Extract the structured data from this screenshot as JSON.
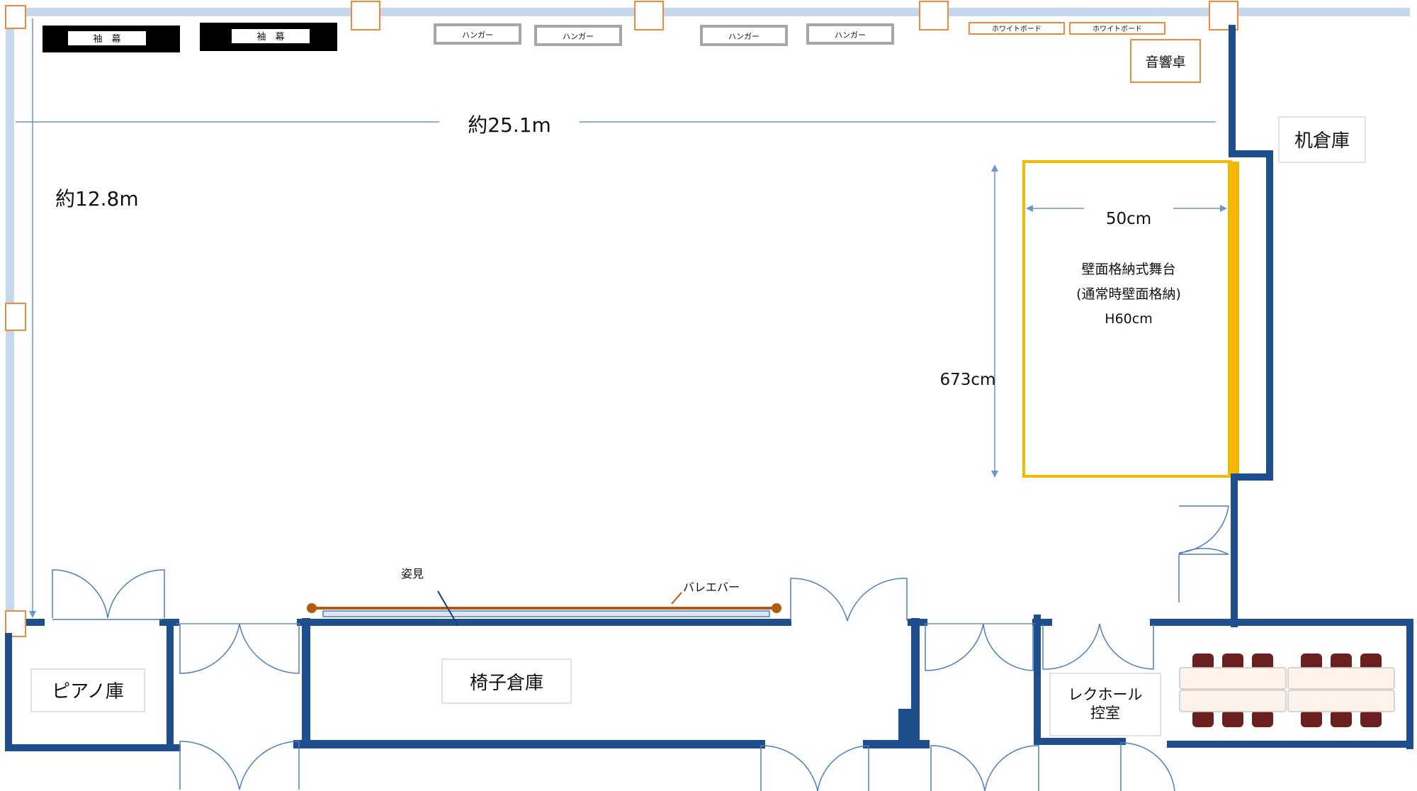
{
  "colors": {
    "wall": "#1f4e8c",
    "window": "#c5d8ee",
    "column": "#f08a3c",
    "stage": "#f5b800",
    "barre": "#b35a12",
    "hanger": "#a6a6a6",
    "chair": "#6b1f1f",
    "table": "#fdf3ea",
    "door": "#4f7fb8",
    "dim": "#6b96c8"
  },
  "dimensions": {
    "width": "約25.1m",
    "height": "約12.8m",
    "stage_depth": "50cm",
    "stage_length": "673cm"
  },
  "stage": {
    "line1": "壁面格納式舞台",
    "line2": "(通常時壁面格納)",
    "line3": "H60cm"
  },
  "top_items": {
    "curtain_1": "袖　幕",
    "curtain_2": "袖　幕",
    "hanger_1": "ハンガー",
    "hanger_2": "ハンガー",
    "hanger_3": "ハンガー",
    "hanger_4": "ハンガー",
    "whiteboard_1": "ホワイトボード",
    "whiteboard_2": "ホワイトボード",
    "sound_desk": "音響卓"
  },
  "rooms": {
    "desk_storage": "机倉庫",
    "piano_storage": "ピアノ庫",
    "chair_storage": "椅子倉庫",
    "wait_room_line1": "レクホール",
    "wait_room_line2": "控室"
  },
  "labels": {
    "mirror": "姿見",
    "barre": "バレエバー"
  }
}
